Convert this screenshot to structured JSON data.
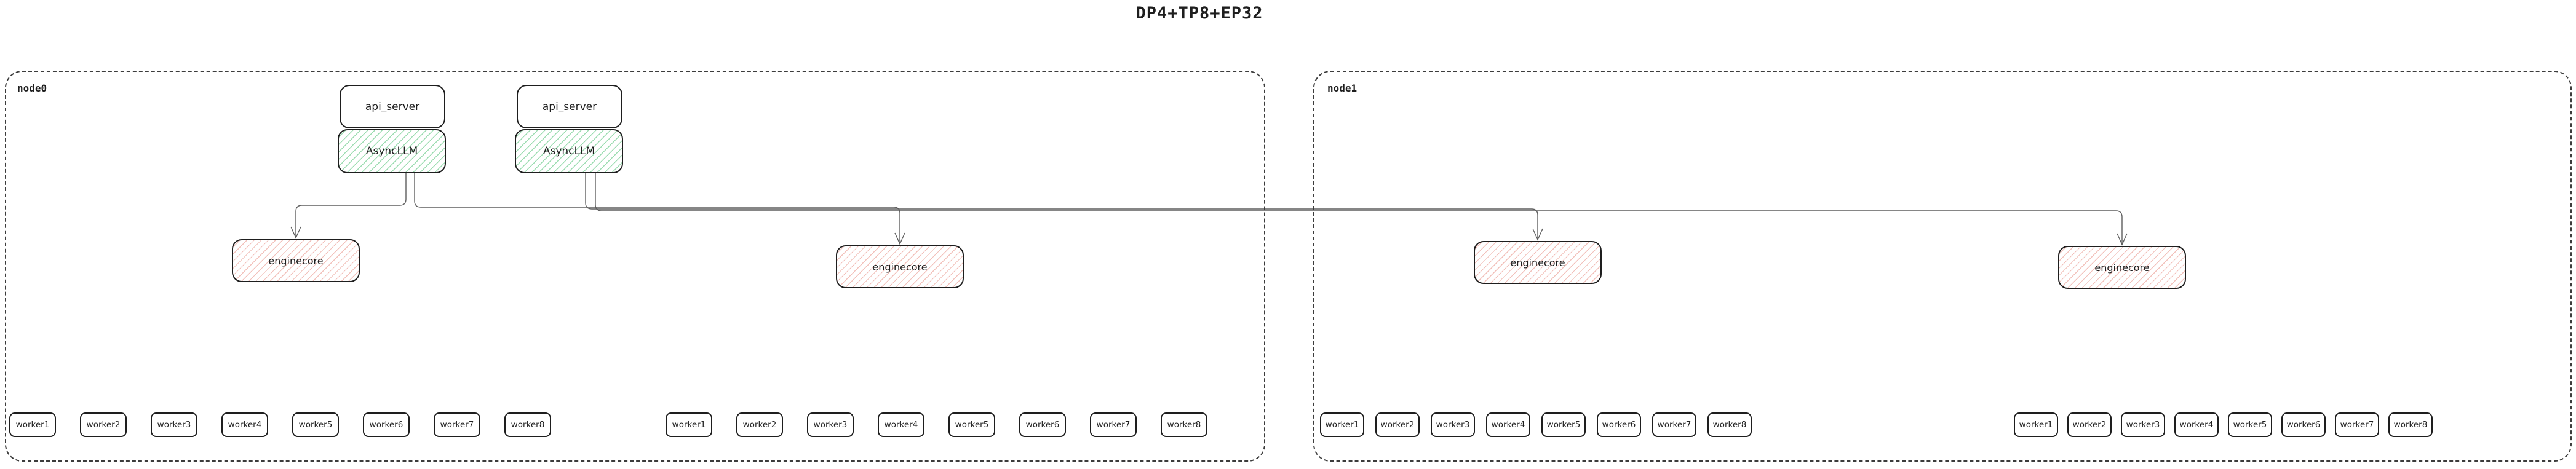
{
  "title": "DP4+TP8+EP32",
  "colors": {
    "background": "#ffffff",
    "box_border": "#1e1e1e",
    "node_dashed_border": "#3c3c3c",
    "connector": "#5f5f5f",
    "asyncllm_hatch_green": "#9bdcb0",
    "enginecore_hatch_red": "#f2c0ba"
  },
  "nodes": [
    {
      "label": "node0",
      "stacks": [
        {
          "api_server": "api_server",
          "asyncllm": "AsyncLLM"
        },
        {
          "api_server": "api_server",
          "asyncllm": "AsyncLLM"
        }
      ],
      "enginecores": [
        "enginecore",
        "enginecore"
      ],
      "worker_groups": [
        [
          "worker1",
          "worker2",
          "worker3",
          "worker4",
          "worker5",
          "worker6",
          "worker7",
          "worker8"
        ],
        [
          "worker1",
          "worker2",
          "worker3",
          "worker4",
          "worker5",
          "worker6",
          "worker7",
          "worker8"
        ]
      ]
    },
    {
      "label": "node1",
      "enginecores": [
        "enginecore",
        "enginecore"
      ],
      "worker_groups": [
        [
          "worker1",
          "worker2",
          "worker3",
          "worker4",
          "worker5",
          "worker6",
          "worker7",
          "worker8"
        ],
        [
          "worker1",
          "worker2",
          "worker3",
          "worker4",
          "worker5",
          "worker6",
          "worker7",
          "worker8"
        ]
      ]
    }
  ]
}
